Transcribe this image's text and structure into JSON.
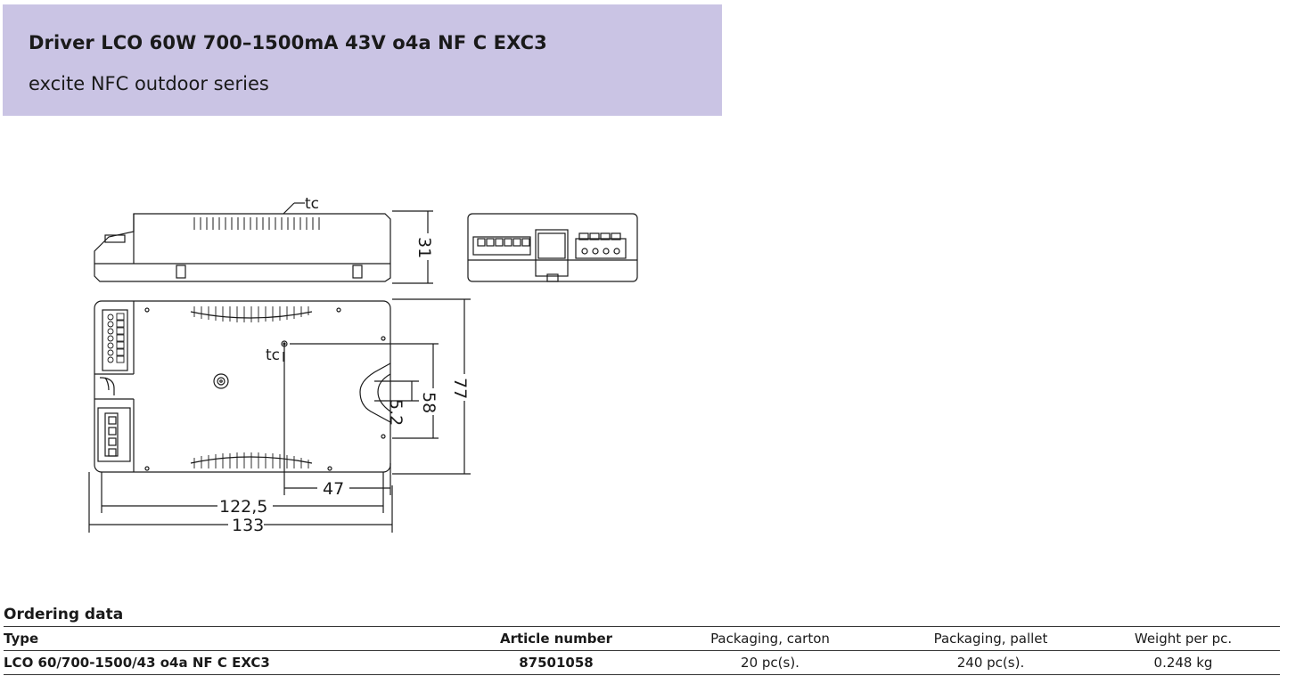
{
  "header": {
    "title": "Driver LCO 60W 700–1500mA 43V o4a NF C EXC3",
    "subtitle": "excite NFC outdoor series"
  },
  "drawing": {
    "tc_top": "tc",
    "tc_plan": "tc",
    "dim_31": "31",
    "dim_77": "77",
    "dim_58": "58",
    "dim_5_2": "5.2",
    "dim_47": "47",
    "dim_122_5": "122,5",
    "dim_133": "133"
  },
  "ordering": {
    "section_title": "Ordering data",
    "headers": {
      "type": "Type",
      "article": "Article number",
      "carton": "Packaging, carton",
      "pallet": "Packaging, pallet",
      "weight": "Weight per pc."
    },
    "rows": [
      {
        "type": "LCO 60/700-1500/43 o4a NF C EXC3",
        "article": "87501058",
        "carton": "20 pc(s).",
        "pallet": "240 pc(s).",
        "weight": "0.248 kg"
      }
    ]
  }
}
